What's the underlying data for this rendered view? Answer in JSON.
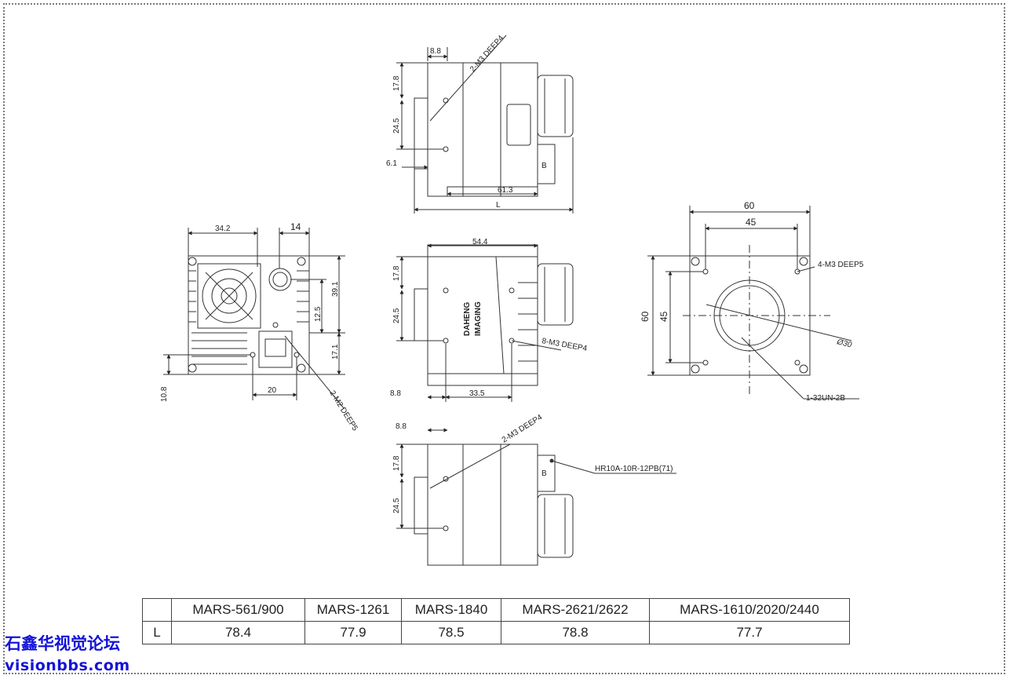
{
  "views": {
    "top": {
      "dims": [
        "8.8",
        "17.8",
        "24.5",
        "6.1",
        "61.3",
        "L"
      ],
      "callout": "2-M3 DEEP4",
      "connector_mark": "B"
    },
    "front": {
      "dims": [
        "34.2",
        "14",
        "39.1",
        "12.5",
        "17.1",
        "10.8",
        "20"
      ],
      "callout": "2-M2 DEEP5"
    },
    "side": {
      "dims": [
        "54.4",
        "17.8",
        "24.5",
        "8.8",
        "33.5"
      ],
      "callout": "8-M3 DEEP4",
      "logo_lines": [
        "DAHENG",
        "IMAGING"
      ]
    },
    "rear": {
      "dims": [
        "60",
        "45",
        "60",
        "45"
      ],
      "callouts": [
        "4-M3 DEEP5",
        "Ø30",
        "1-32UN-2B"
      ]
    },
    "bottom": {
      "dims": [
        "8.8",
        "17.8",
        "24.5"
      ],
      "callouts": [
        "2-M3 DEEP4",
        "HR10A-10R-12PB(71)"
      ],
      "connector_mark": "B"
    }
  },
  "spec_table": {
    "row_label": "L",
    "models": [
      "MARS-561/900",
      "MARS-1261",
      "MARS-1840",
      "MARS-2621/2622",
      "MARS-1610/2020/2440"
    ],
    "lengths": [
      "78.4",
      "77.9",
      "78.5",
      "78.8",
      "77.7"
    ]
  },
  "watermark": {
    "line1": "石鑫华视觉论坛",
    "line2": "visionbbs.com"
  },
  "colors": {
    "line": "#333333",
    "watermark": "#1313d8"
  }
}
